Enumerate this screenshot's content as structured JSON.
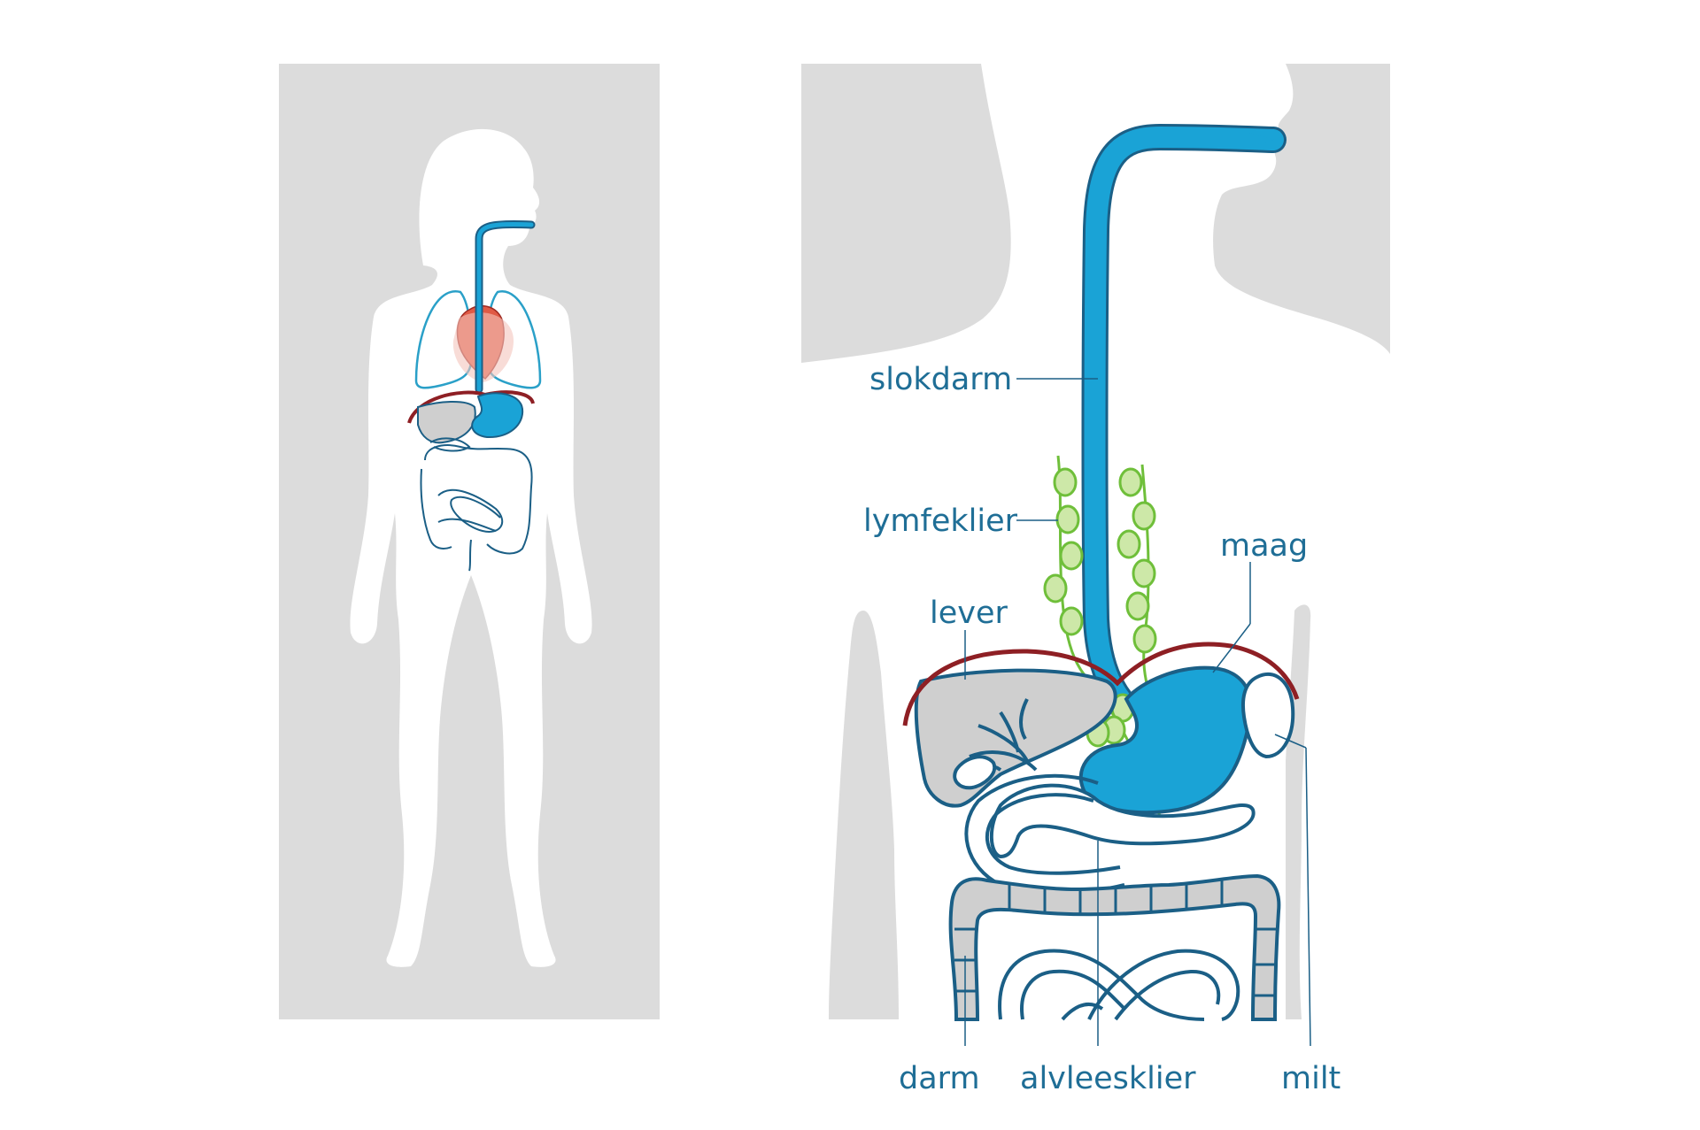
{
  "labels": {
    "slokdarm": "slokdarm",
    "lymfeklier": "lymfeklier",
    "maag": "maag",
    "lever": "lever",
    "darm": "darm",
    "alvleesklier": "alvleesklier",
    "milt": "milt"
  },
  "colors": {
    "panel": "#dcdcdc",
    "silhouette": "#ffffff",
    "esophagus": "#1aa3d6",
    "outline": "#1b5f86",
    "label": "#1f6e96",
    "lymph": "#6fbf3a",
    "diaphragm": "#8e1f24",
    "heart": "#e05a45",
    "lung": "#2aa0c8",
    "organ_grey": "#cfcfcf"
  }
}
